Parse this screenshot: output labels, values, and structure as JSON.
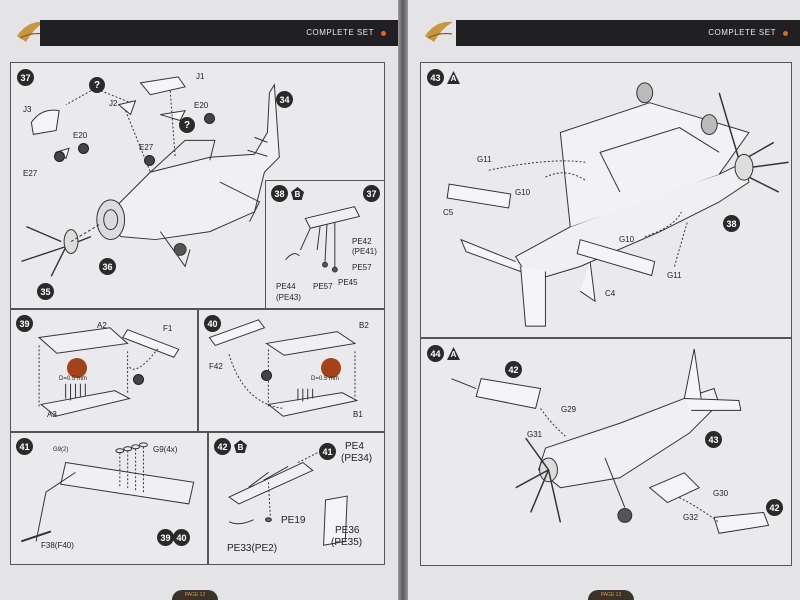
{
  "header": {
    "label": "COMPLETE SET",
    "accent": "#d66a2a"
  },
  "left_page": {
    "footer": "PAGE 12",
    "panel_a": {
      "steps": [
        "37",
        "34",
        "36",
        "35"
      ],
      "question_marks": [
        "?",
        "?"
      ],
      "labels": [
        "J1",
        "J2",
        "J3",
        "E20",
        "E20",
        "E27",
        "E27"
      ]
    },
    "panel_b": {
      "step": "38",
      "mark": "B",
      "ref": "37",
      "labels": [
        "PE42",
        "(PE41)",
        "PE57",
        "PE57",
        "PE45",
        "PE44",
        "(PE43)"
      ]
    },
    "panel_c": {
      "step": "39",
      "labels": [
        "A2",
        "F1",
        "D=0.5 mm",
        "A3"
      ]
    },
    "panel_d": {
      "step": "40",
      "labels": [
        "B2",
        "F42",
        "D=0.5 mm",
        "B1"
      ]
    },
    "panel_e": {
      "step": "41",
      "labels": [
        "G9(4x)",
        "G9(2)",
        "F38(F40)"
      ],
      "refs": [
        "39",
        "40"
      ]
    },
    "panel_f": {
      "step": "42",
      "mark": "B",
      "ref": "41",
      "labels": [
        "PE4",
        "(PE34)",
        "PE19",
        "PE36",
        "(PE35)",
        "PE33(PE2)"
      ]
    }
  },
  "right_page": {
    "footer": "PAGE 13",
    "panel_a": {
      "step": "43",
      "mark": "A",
      "ref": "38",
      "labels": [
        "G11",
        "G10",
        "C5",
        "G10",
        "C4",
        "G11"
      ]
    },
    "panel_b": {
      "step": "44",
      "mark": "A",
      "refs": [
        "42",
        "43",
        "42"
      ],
      "labels": [
        "G29",
        "G31",
        "G30",
        "G32"
      ]
    }
  }
}
